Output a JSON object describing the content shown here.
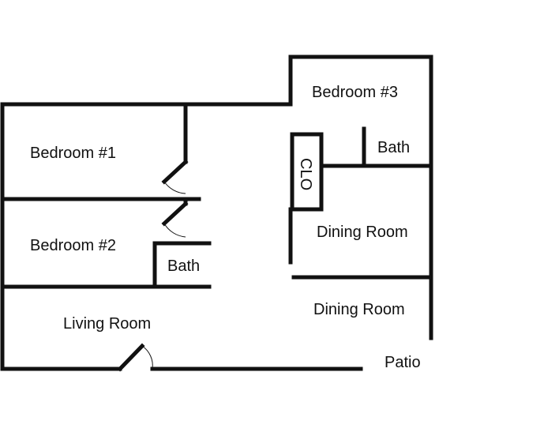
{
  "rooms": {
    "bedroom1": "Bedroom #1",
    "bedroom2": "Bedroom #2",
    "bedroom3": "Bedroom #3",
    "bath_left": "Bath",
    "bath_right": "Bath",
    "closet": "CLO",
    "dining_upper": "Dining Room",
    "dining_lower": "Dining Room",
    "living": "Living Room",
    "patio": "Patio"
  },
  "colors": {
    "wall": "#111111",
    "background": "#ffffff"
  }
}
